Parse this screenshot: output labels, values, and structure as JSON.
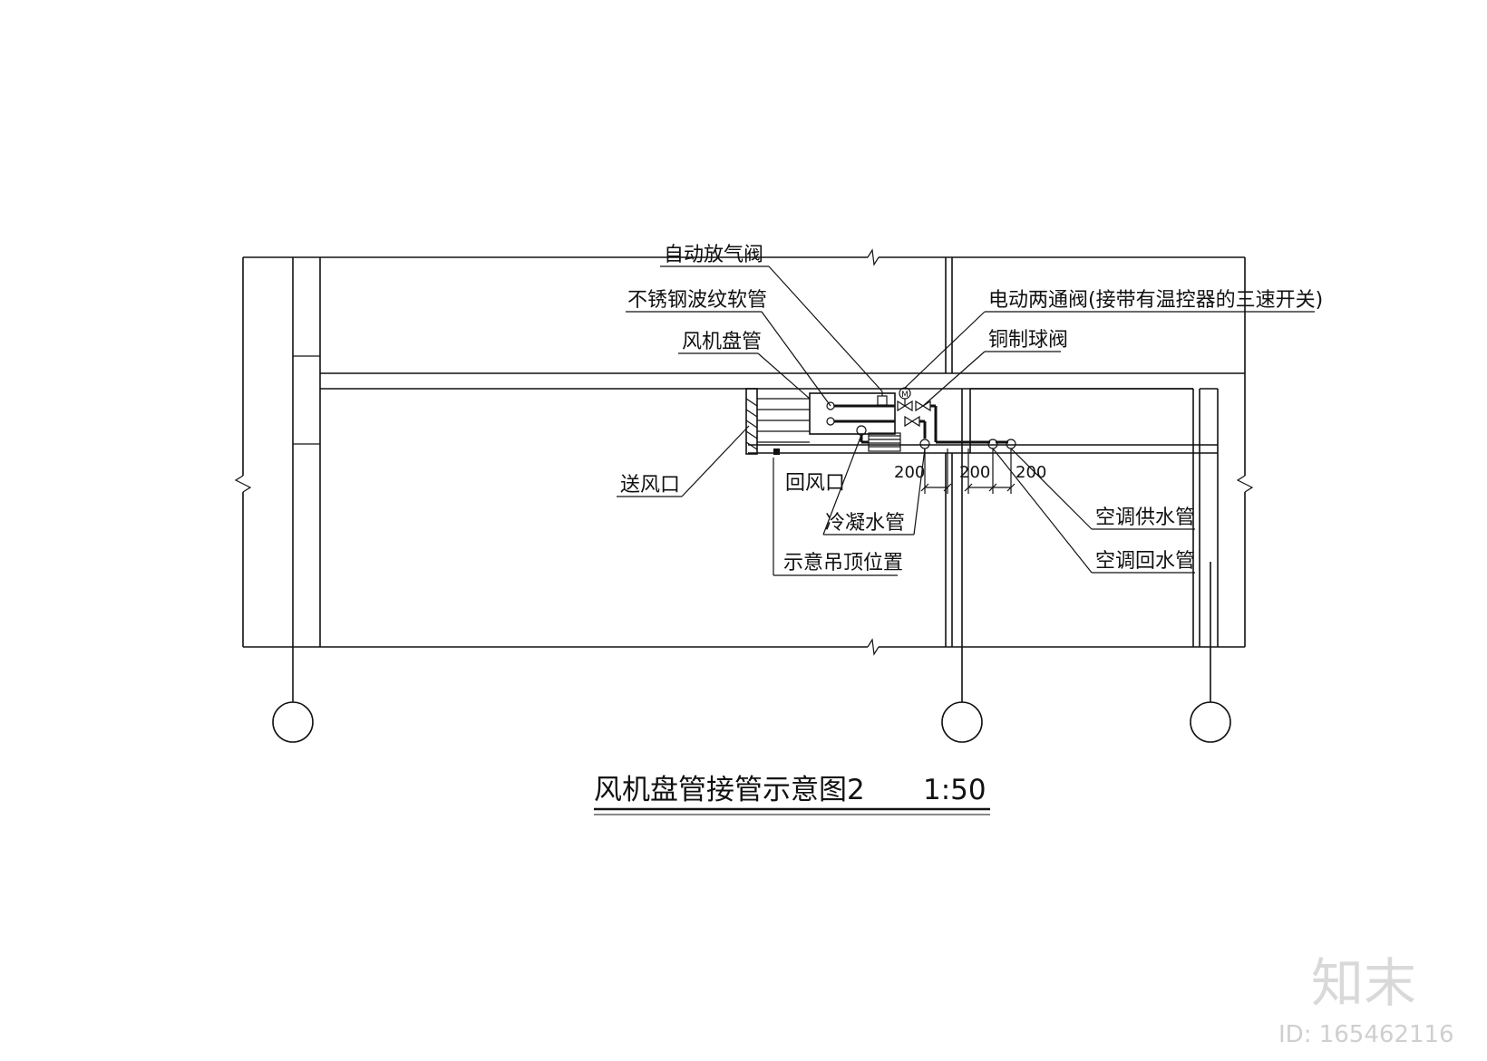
{
  "labels": {
    "auto_air_vent": "自动放气阀",
    "stainless_hose": "不锈钢波纹软管",
    "fan_coil": "风机盘管",
    "electric_two_way_valve": "电动两通阀(接带有温控器的三速开关)",
    "copper_ball_valve": "铜制球阀",
    "supply_air_outlet": "送风口",
    "return_air_inlet": "回风口",
    "condensate_pipe": "冷凝水管",
    "ceiling_position": "示意吊顶位置",
    "ac_supply_pipe": "空调供水管",
    "ac_return_pipe": "空调回水管"
  },
  "dimensions": [
    "200",
    "200",
    "200"
  ],
  "title": "风机盘管接管示意图2",
  "scale": "1:50",
  "valve_symbol": "M",
  "watermark": {
    "brand": "知末",
    "id_text": "ID: 165462116"
  }
}
